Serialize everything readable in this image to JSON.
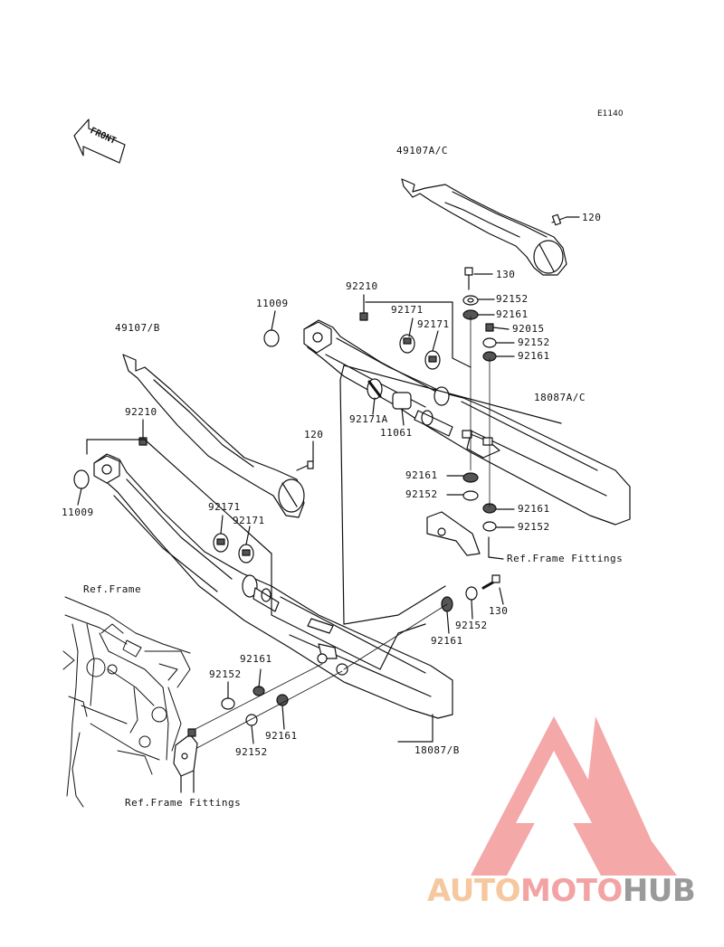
{
  "diagram_code": "E1140",
  "front_arrow_text": "FRONT",
  "labels": {
    "cover_ac": "49107A/C",
    "cover_b": "49107/B",
    "bolt_120_right": "120",
    "bolt_120_left": "120",
    "bolt_130_top": "130",
    "bolt_130_bottom": "130",
    "gasket_11009_right": "11009",
    "gasket_11009_left": "11009",
    "nut_92210_right": "92210",
    "nut_92210_left": "92210",
    "clamp_92171_a": "92171",
    "clamp_92171_b": "92171",
    "clamp_92171_c": "92171",
    "clamp_92171_d": "92171",
    "clamp_92171A": "92171A",
    "collar_11061": "11061",
    "w92152_1": "92152",
    "w92161_1": "92161",
    "nut_92015": "92015",
    "w92152_2": "92152",
    "w92161_2": "92161",
    "muffler_ac": "18087A/C",
    "w92161_3": "92161",
    "w92152_3": "92152",
    "w92161_4": "92161",
    "w92152_4": "92152",
    "ref_frame_fittings_right": "Ref.Frame Fittings",
    "ref_frame": "Ref.Frame",
    "w92152_5": "92152",
    "w92161_5": "92161",
    "w92161_6": "92161",
    "w92152_6": "92152",
    "w92161_7": "92161",
    "w92152_7": "92152",
    "muffler_b": "18087/B",
    "ref_frame_fittings_left": "Ref.Frame Fittings"
  },
  "watermark": {
    "part1": "AUTO",
    "part2": "MOTO",
    "part3": "HUB",
    "color_light": "#f6c8a0",
    "color_pink": "#f3a3a3",
    "color_gray": "#9a9a9a",
    "logo_color": "#f28c8c"
  }
}
